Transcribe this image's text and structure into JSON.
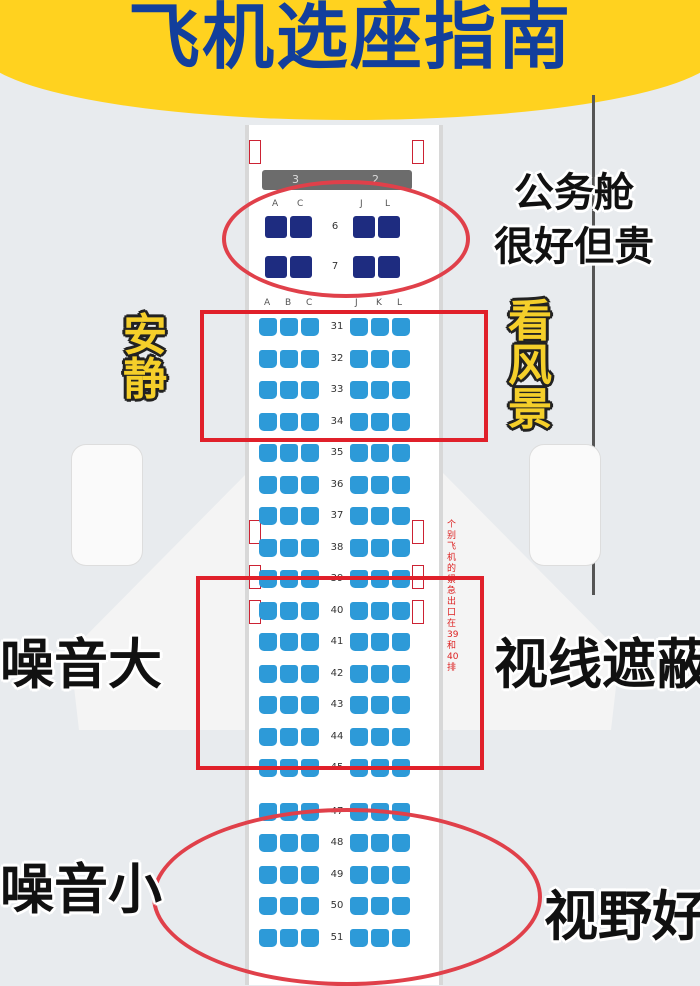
{
  "title": "飞机选座指南",
  "business_cols": [
    "A",
    "C",
    "J",
    "L"
  ],
  "business_rows": [
    "6",
    "7"
  ],
  "economy_cols": [
    "A",
    "B",
    "C",
    "J",
    "K",
    "L"
  ],
  "economy_rows": [
    "31",
    "32",
    "33",
    "34",
    "35",
    "36",
    "37",
    "38",
    "39",
    "40",
    "41",
    "42",
    "43",
    "44",
    "45",
    "47",
    "48",
    "49",
    "50",
    "51"
  ],
  "cabin_markers": [
    "3",
    "2"
  ],
  "exit_note": "个别飞机的紧急出口在39和40排",
  "labels": {
    "business": "公务舱\n很好但贵",
    "quiet": "安\n静",
    "view": "看\n风\n景",
    "noisy": "噪音大",
    "blocked": "视线遮蔽",
    "less_noise": "噪音小",
    "good_view": "视野好"
  },
  "colors": {
    "banner": "#ffd21f",
    "title": "#123f9c",
    "business_seat": "#1e2c80",
    "economy_seat": "#2d9ad8",
    "highlight": "#e0202a"
  }
}
